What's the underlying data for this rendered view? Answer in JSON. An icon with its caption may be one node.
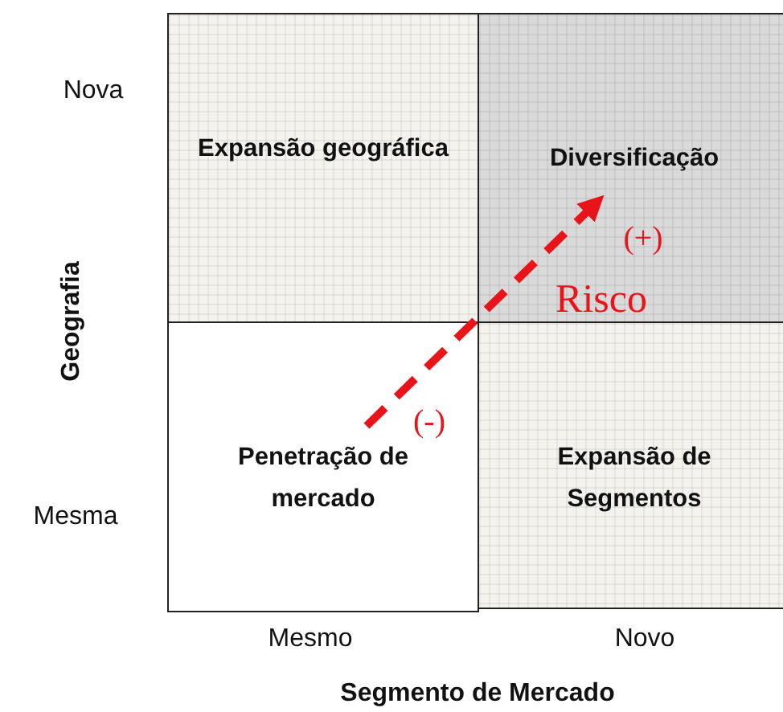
{
  "diagram": {
    "nodes": [
      {
        "text": [
          "Expansão geográfica"
        ]
      },
      {
        "text": [
          "Diversificação"
        ]
      },
      {
        "text": [
          "Penetração de mercado"
        ]
      },
      {
        "text": [
          "Expansão de Segmentos"
        ]
      }
    ],
    "edges": [
      {
        "from": 2,
        "to": 1,
        "arrow": "to",
        "style": "dashed",
        "color": "#e8141a"
      }
    ],
    "labels": [
      "Nova",
      "Mesma",
      "Geografia",
      "Mesmo",
      "Novo",
      "Segmento de Mercado",
      "(+)",
      "Risco",
      "(-)"
    ]
  }
}
